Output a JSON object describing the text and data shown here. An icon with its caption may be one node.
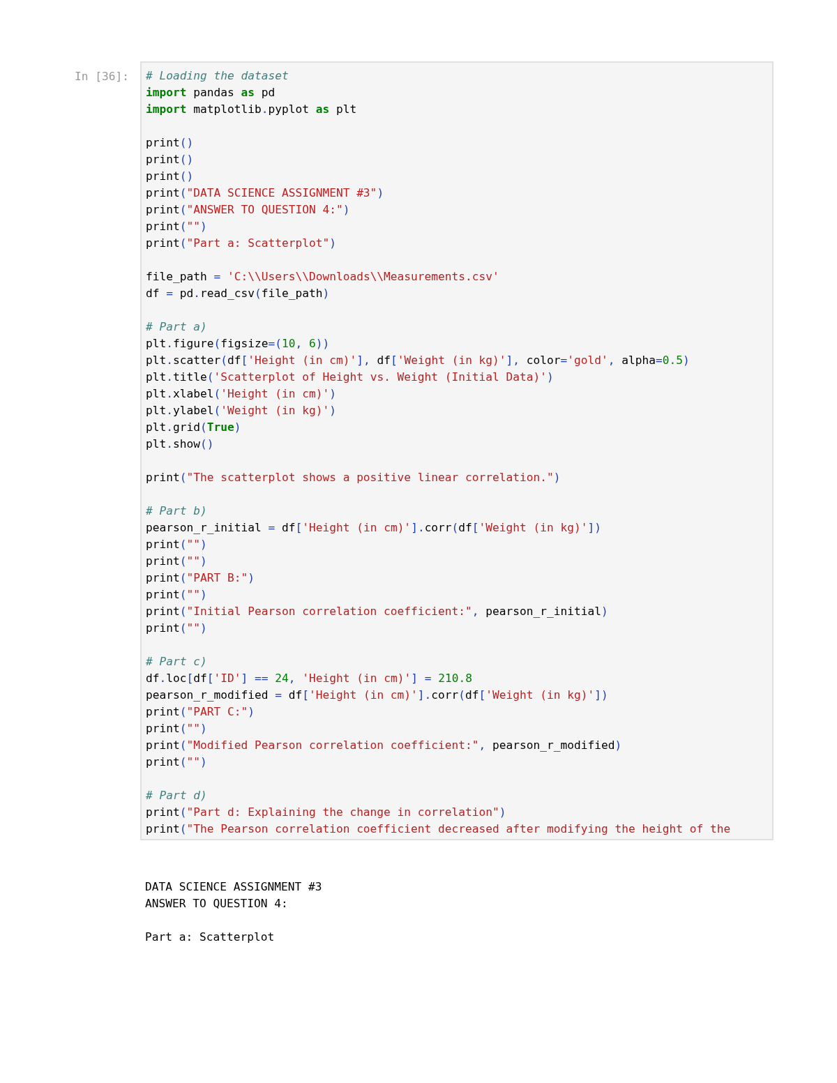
{
  "diagram": {
    "labels": [
      "In [36]:",
      "# Loading the dataset",
      "**import** pandas **as** pd",
      "**import** matplotlib.pyplot **as** plt",
      "print()",
      "print()",
      "print()",
      "print(\"DATA SCIENCE ASSIGNMENT #3\")",
      "print(\"ANSWER TO QUESTION 4:\")",
      "print(\"\")",
      "print(\"Part a: Scatterplot\")",
      "file_path = 'C:\\\\Users\\\\Downloads\\\\Measurements.csv'",
      "df = pd.read_csv(file_path)",
      "# Part a)",
      "plt.figure(figsize=(10, 6))",
      "plt.scatter(df['Height (in cm)'], df['Weight (in kg)'], color='gold', alpha=0.5)",
      "plt.title('Scatterplot of Height vs. Weight (Initial Data)')",
      "plt.xlabel('Height (in cm)')",
      "plt.ylabel('Weight (in kg)')",
      "plt.grid(**True**)",
      "plt.show()",
      "print(\"The scatterplot shows a positive linear correlation.\")",
      "# Part b)",
      "pearson_r_initial = df['Height (in cm)'].corr(df['Weight (in kg)'])",
      "print(\"\")",
      "print(\"\")",
      "print(\"PART B:\")",
      "print(\"\")",
      "print(\"Initial Pearson correlation coefficient:\", pearson_r_initial)",
      "print(\"\")",
      "# Part c)",
      "df.loc[df['ID'] == 24, 'Height (in cm)'] = 210.8",
      "pearson_r_modified = df['Height (in cm)'].corr(df['Weight (in kg)'])",
      "print(\"PART C:\")",
      "print(\"\")",
      "print(\"Modified Pearson correlation coefficient:\", pearson_r_modified)",
      "print(\"\")",
      "# Part d)",
      "print(\"Part d: Explaining the change in correlation\")",
      "print(\"The Pearson correlation coefficient decreased after modifying the height of the",
      "DATA SCIENCE ASSIGNMENT #3",
      "ANSWER TO QUESTION 4:",
      "Part a: Scatterplot"
    ]
  }
}
